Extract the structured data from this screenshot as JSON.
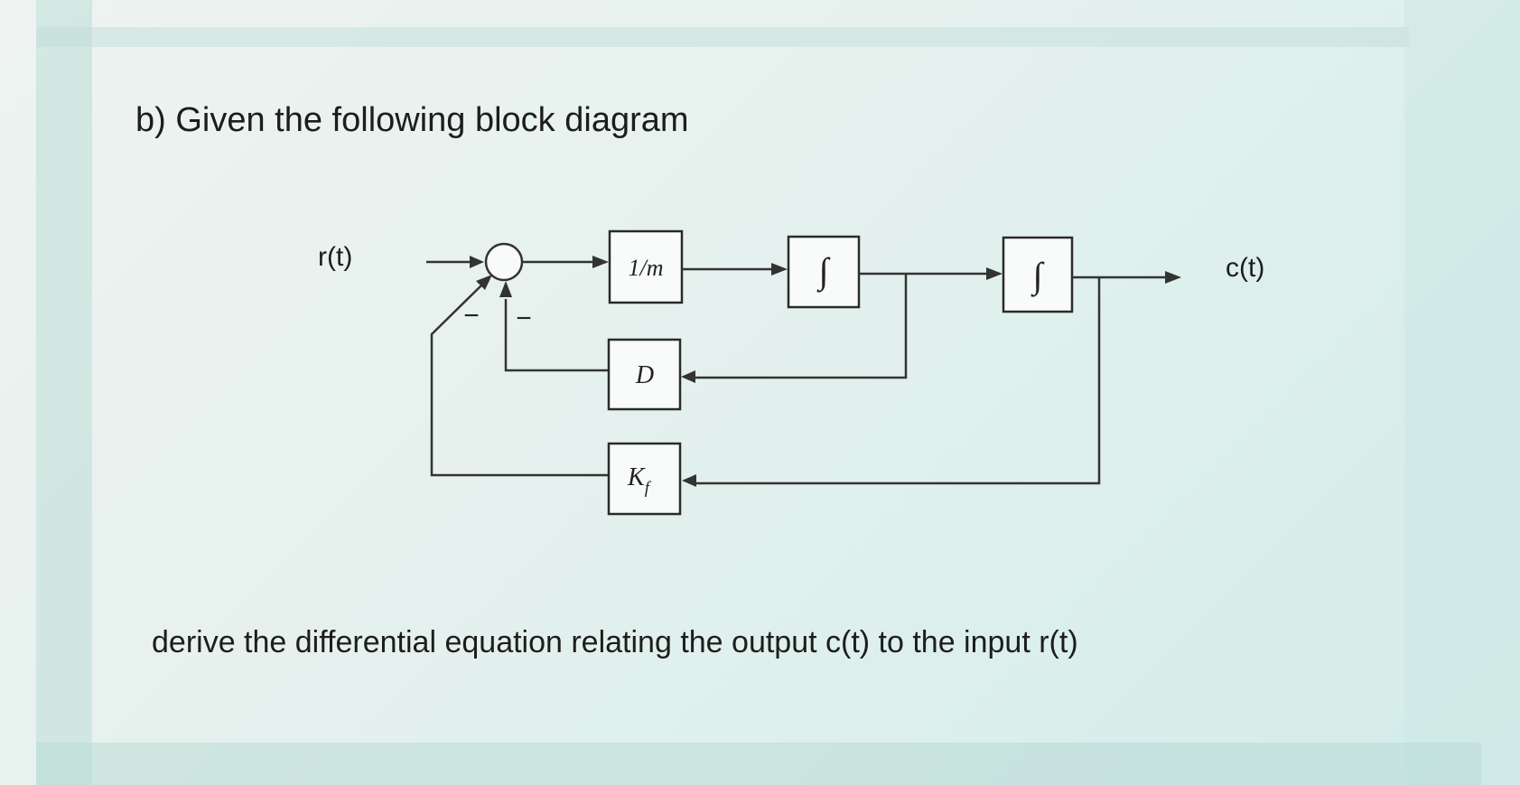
{
  "question": {
    "text": "b)  Given the following block diagram"
  },
  "instruction": {
    "text": "derive the differential equation relating the output c(t) to the input r(t)"
  },
  "signals": {
    "input": "r(t)",
    "output": "c(t)"
  },
  "blocks": {
    "inverse_mass": "1/m",
    "integrator_1": "∫",
    "integrator_2": "∫",
    "damping": "D",
    "spring": "K",
    "spring_subscript": "f"
  },
  "summing_junction": {
    "sign_1": "−",
    "sign_2": "−"
  }
}
